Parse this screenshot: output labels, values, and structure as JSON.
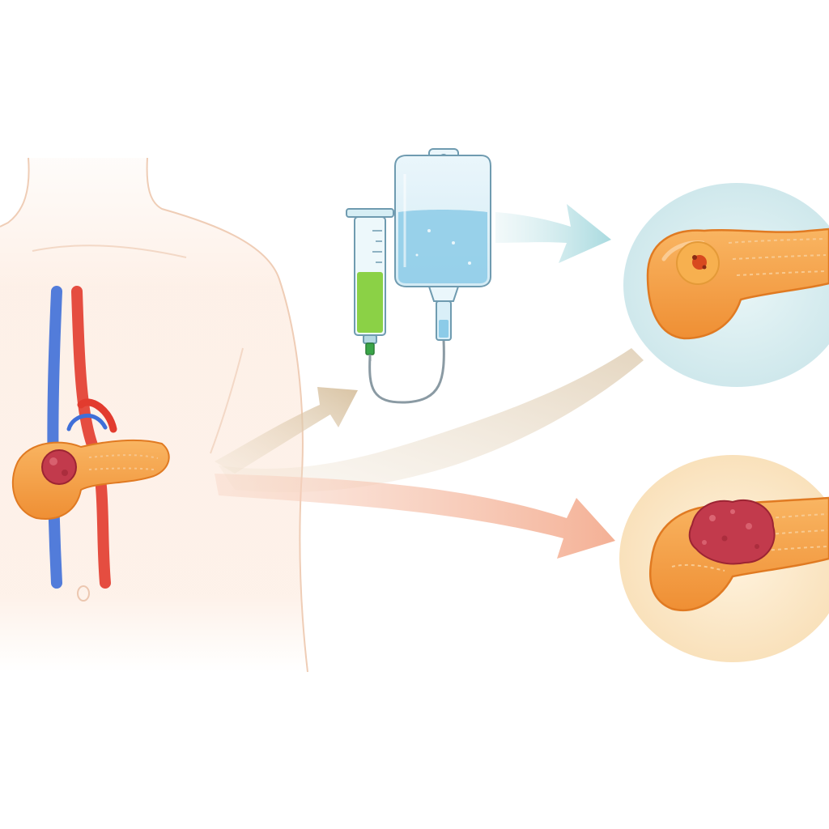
{
  "diagram": {
    "nodes": [
      {
        "id": "patient",
        "icon": "torso-with-pancreas-tumor-icon"
      },
      {
        "id": "infusion",
        "icon": "iv-bag-and-syringe-icon"
      },
      {
        "id": "outcome-shrunk",
        "icon": "pancreas-small-lesion-icon"
      },
      {
        "id": "outcome-persistent",
        "icon": "pancreas-large-tumor-icon"
      }
    ],
    "edges": [
      {
        "from": "patient",
        "to": "infusion",
        "icon": "arrow-icon"
      },
      {
        "from": "infusion",
        "to": "outcome-shrunk",
        "icon": "arrow-icon"
      },
      {
        "from": "patient",
        "to": "outcome-persistent",
        "icon": "arrow-icon"
      }
    ]
  },
  "colors": {
    "background": "#ffffff",
    "skin": "#fde9dc",
    "skin_outline": "#f0c7ae",
    "vein": "#3f6fd8",
    "artery": "#e23b2e",
    "pancreas": "#f6a24a",
    "pancreas_outline": "#e07a22",
    "tumor": "#c23a4c",
    "iv_fluid": "#7fc4e6",
    "syringe_fluid": "#8bd146",
    "arrow_teal": "#9fd6dc",
    "arrow_tan": "#d9c4a4",
    "arrow_salmon": "#f1a98c",
    "halo_teal": "#d5ecef",
    "halo_cream": "#fbe6c6"
  }
}
